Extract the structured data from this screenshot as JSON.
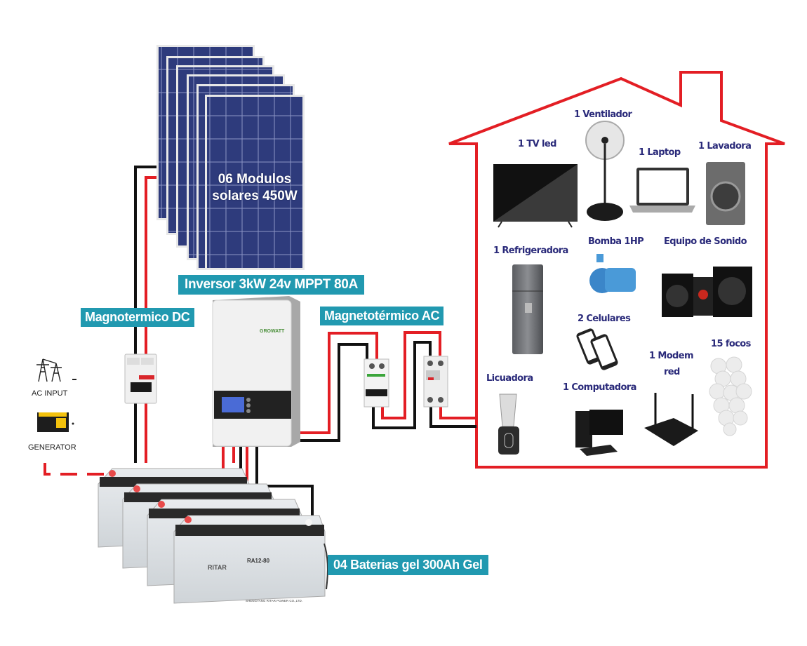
{
  "title_labels": {
    "panels": [
      "06 Modulos",
      "solares 450W"
    ],
    "inverter": "Inversor 3kW 24v MPPT 80A",
    "dc_breaker": "Magnotermico DC",
    "ac_breaker": "Magnetotérmico AC",
    "batteries": "04 Baterias gel 300Ah Gel"
  },
  "sources": {
    "ac_input": "AC INPUT",
    "generator": "GENERATOR"
  },
  "inverter_brand": "GROWATT",
  "battery_brand": "RITAR",
  "battery_model": "RA12-80",
  "battery_maker": "SHENGYANG RITAR POWER CO.,LTD.",
  "appliances": [
    {
      "label": "1 TV led"
    },
    {
      "label": "1 Ventilador"
    },
    {
      "label": "1 Laptop"
    },
    {
      "label": "1 Lavadora"
    },
    {
      "label": "1 Refrigeradora"
    },
    {
      "label": "Bomba 1HP"
    },
    {
      "label": "Equipo de Sonido"
    },
    {
      "label": "2 Celulares"
    },
    {
      "label": "15 focos"
    },
    {
      "label": "Licuadora"
    },
    {
      "label": "1 Computadora"
    },
    {
      "label": "1 Modem"
    },
    {
      "label": "red"
    }
  ],
  "colors": {
    "label_bg": "#2199b0",
    "wire_positive": "#e31e24",
    "wire_negative": "#111111",
    "house_outline": "#e31e24",
    "appliance_text": "#2a2a7a",
    "panel_blue": "#2d3a78"
  }
}
